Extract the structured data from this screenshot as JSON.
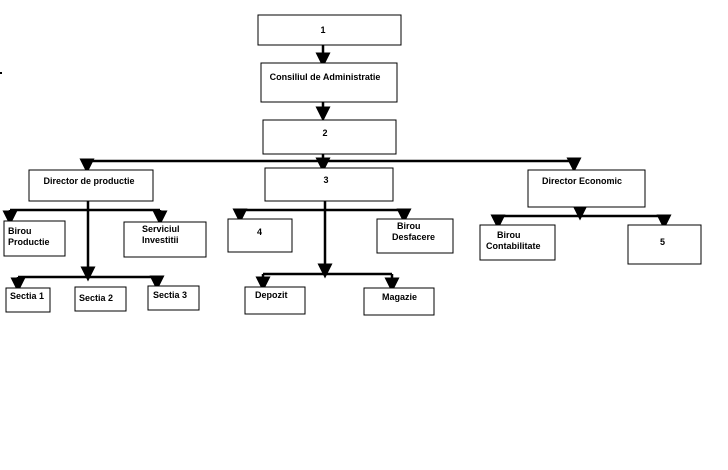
{
  "nodes": {
    "top": "1",
    "board": "Consiliul de Administratie",
    "n2": "2",
    "dir_productie": "Director de productie",
    "n3": "3",
    "dir_economic": "Director Economic",
    "birou_productie": [
      "Birou",
      "Productie"
    ],
    "serviciul_investitii": [
      "Serviciul",
      "Investitii"
    ],
    "n4": "4",
    "birou_desfacere": [
      "Birou",
      "Desfacere"
    ],
    "birou_contabilitate": [
      "Birou",
      "Contabilitate"
    ],
    "n5": "5",
    "sectia1": "Sectia 1",
    "sectia2": "Sectia 2",
    "sectia3": "Sectia 3",
    "depozit": "Depozit",
    "magazie": "Magazie"
  },
  "colors": {
    "line": "#000000",
    "box_fill": "#ffffff",
    "text": "#000000"
  }
}
